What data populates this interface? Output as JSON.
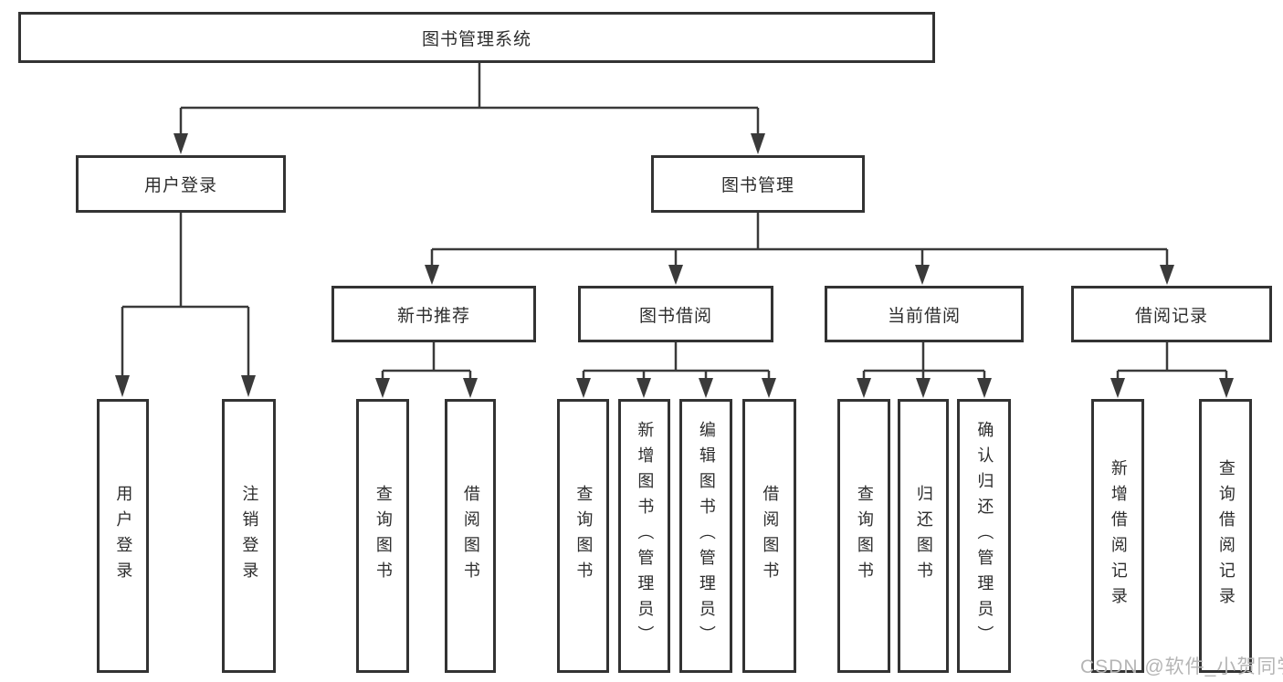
{
  "tree": {
    "label": "图书管理系统",
    "children": [
      {
        "label": "用户登录",
        "children": [
          {
            "label": "用户登录"
          },
          {
            "label": "注销登录"
          }
        ]
      },
      {
        "label": "图书管理",
        "children": [
          {
            "label": "新书推荐",
            "children": [
              {
                "label": "查询图书"
              },
              {
                "label": "借阅图书"
              }
            ]
          },
          {
            "label": "图书借阅",
            "children": [
              {
                "label": "查询图书"
              },
              {
                "label": "新增图书（管理员）"
              },
              {
                "label": "编辑图书（管理员）"
              },
              {
                "label": "借阅图书"
              }
            ]
          },
          {
            "label": "当前借阅",
            "children": [
              {
                "label": "查询图书"
              },
              {
                "label": "归还图书"
              },
              {
                "label": "确认归还（管理员）"
              }
            ]
          },
          {
            "label": "借阅记录",
            "children": [
              {
                "label": "新增借阅记录"
              },
              {
                "label": "查询借阅记录"
              }
            ]
          }
        ]
      }
    ]
  },
  "watermark": {
    "text": "CSDN @软件_小贺同学"
  },
  "colors": {
    "line": "#3a3a3a",
    "box_border": "#333333",
    "text": "#2d2d2d",
    "watermark": "#b5b5b5",
    "background": "#ffffff"
  }
}
